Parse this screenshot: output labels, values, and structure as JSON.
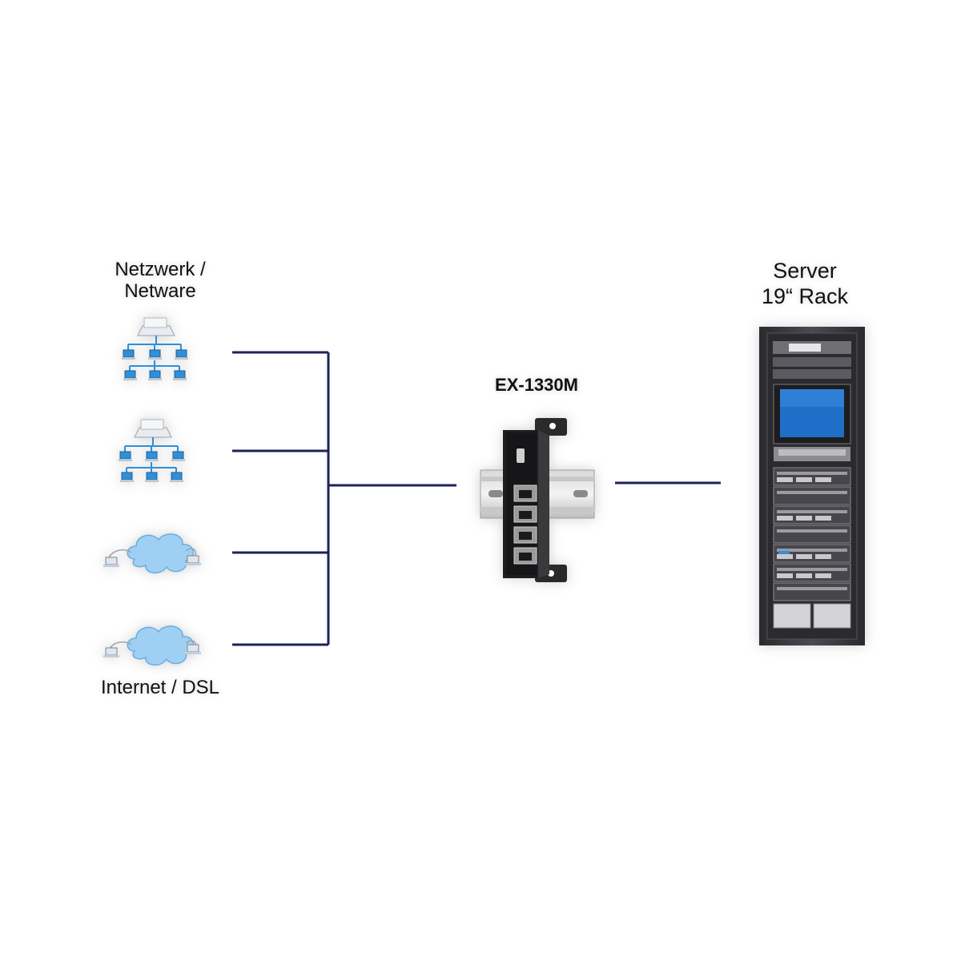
{
  "labels": {
    "network": "Netzwerk /\nNetware",
    "internet": "Internet / DSL",
    "device": "EX-1330M",
    "server": "Server\n19“ Rack"
  },
  "icons": {
    "network_1": "network-tree-icon",
    "network_2": "network-tree-icon",
    "internet_1": "cloud-network-icon",
    "internet_2": "cloud-network-icon",
    "device": "usb-hub-din-rail-icon",
    "server": "server-rack-icon"
  },
  "colors": {
    "line": "#1e2258",
    "icon_blue": "#2f8fd8",
    "cloud": "#9fd0f3",
    "rack": "#3b3b3f"
  }
}
